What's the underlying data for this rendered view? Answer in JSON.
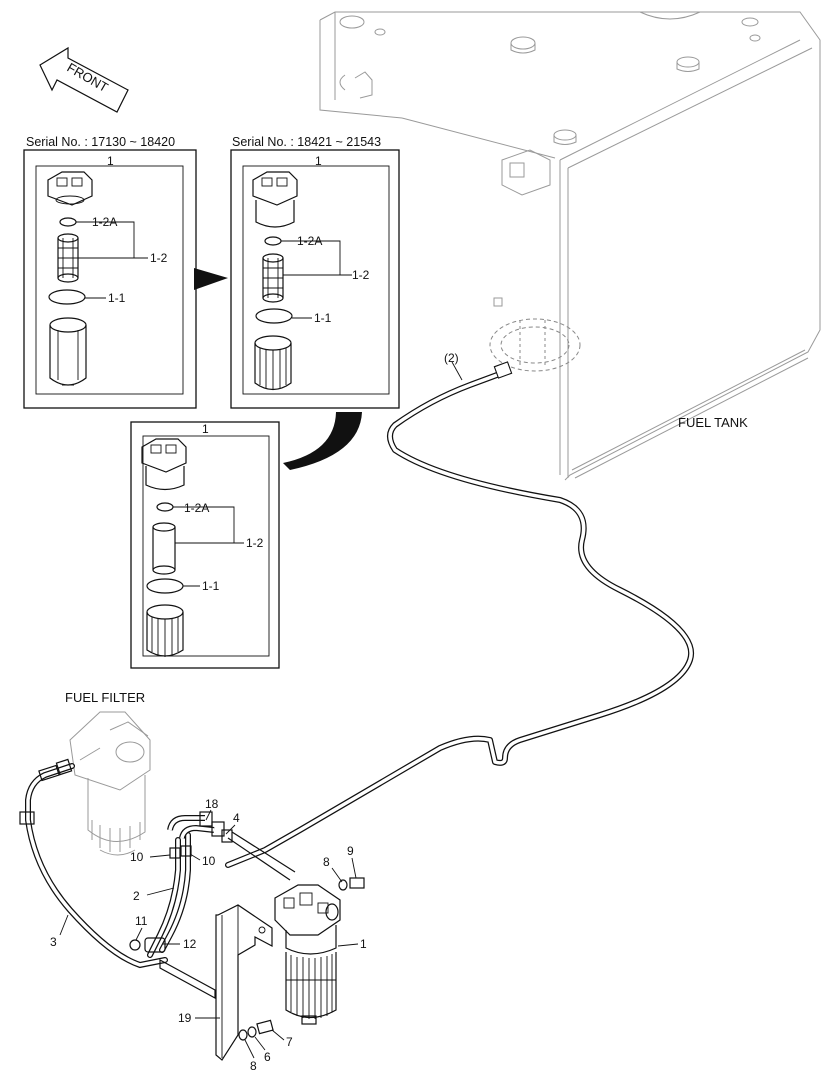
{
  "front_arrow": {
    "text": "FRONT"
  },
  "panels": {
    "a": {
      "header": "Serial No. : 17130 ~ 18420",
      "part": "1",
      "sub_1_2a": "1-2A",
      "sub_1_2": "1-2",
      "sub_1_1": "1-1"
    },
    "b": {
      "header": "Serial No. : 18421 ~ 21543",
      "part": "1",
      "sub_1_2a": "1-2A",
      "sub_1_2": "1-2",
      "sub_1_1": "1-1"
    },
    "c": {
      "part": "1",
      "sub_1_2a": "1-2A",
      "sub_1_2": "1-2",
      "sub_1_1": "1-1"
    }
  },
  "titles": {
    "fuel_tank": "FUEL TANK",
    "fuel_filter": "FUEL FILTER"
  },
  "hose_label": "(2)",
  "callouts": {
    "c18": "18",
    "c4": "4",
    "c10a": "10",
    "c10b": "10",
    "c8a": "8",
    "c9": "9",
    "c2": "2",
    "c11": "11",
    "c12": "12",
    "c3": "3",
    "c1": "1",
    "c19": "19",
    "c7": "7",
    "c6": "6",
    "c8b": "8"
  }
}
